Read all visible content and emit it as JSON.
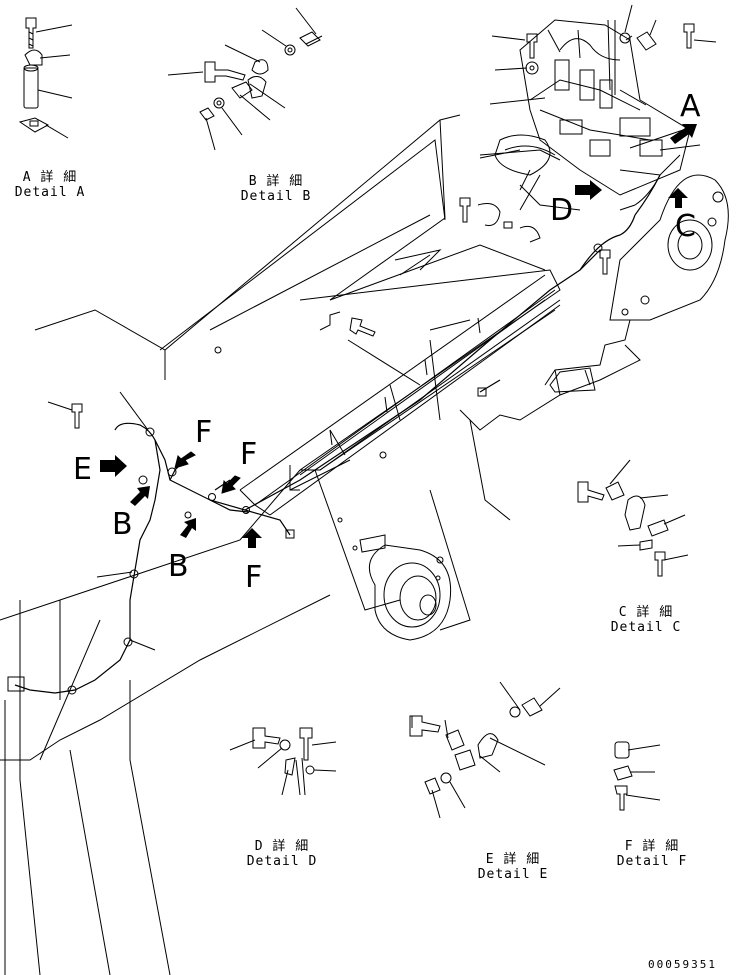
{
  "details": {
    "a": {
      "jp": "A 詳 細",
      "en": "Detail A"
    },
    "b": {
      "jp": "B 詳 細",
      "en": "Detail B"
    },
    "c": {
      "jp": "C 詳 細",
      "en": "Detail C"
    },
    "d": {
      "jp": "D 詳 細",
      "en": "Detail D"
    },
    "e": {
      "jp": "E 詳 細",
      "en": "Detail E"
    },
    "f": {
      "jp": "F 詳 細",
      "en": "Detail F"
    }
  },
  "callouts": {
    "a": "A",
    "b1": "B",
    "b2": "B",
    "c": "C",
    "d": "D",
    "e": "E",
    "f1": "F",
    "f2": "F",
    "f3": "F"
  },
  "document_number": "00059351"
}
